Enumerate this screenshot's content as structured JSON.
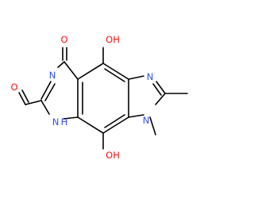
{
  "structure": {
    "atoms": [
      {
        "id": "O_carbonyl_ring",
        "symbol": "O",
        "text": "O",
        "color": "#ff0d0d"
      },
      {
        "id": "OH_top",
        "symbol": "OH",
        "text": "OH",
        "color": "#ff0d0d"
      },
      {
        "id": "N_ring_left",
        "symbol": "N",
        "text": "N",
        "color": "#3050f8"
      },
      {
        "id": "N_imidazole_top",
        "symbol": "N",
        "text": "N",
        "color": "#3050f8"
      },
      {
        "id": "O_aldehyde",
        "symbol": "O",
        "text": "O",
        "color": "#ff0d0d"
      },
      {
        "id": "N_imidazole_bottom",
        "symbol": "N",
        "text": "N",
        "color": "#3050f8"
      },
      {
        "id": "NH_ring",
        "symbol": "NH",
        "text": "N",
        "subtext": "H",
        "color": "#3050f8"
      },
      {
        "id": "OH_bottom",
        "symbol": "OH",
        "text": "OH",
        "color": "#ff0d0d"
      }
    ],
    "colors": {
      "carbon_bonds": "#000000",
      "oxygen": "#ff0d0d",
      "nitrogen": "#3050f8"
    }
  }
}
